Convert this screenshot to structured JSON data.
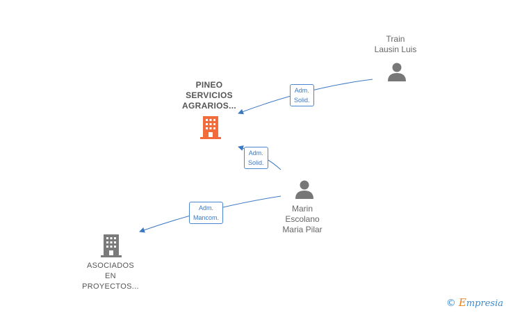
{
  "nodes": {
    "pineo": {
      "lines": [
        "PINEO",
        "SERVICIOS",
        "AGRARIOS..."
      ],
      "color": "#f26b3a"
    },
    "asociados": {
      "lines": [
        "ASOCIADOS",
        "EN",
        "PROYECTOS..."
      ],
      "color": "#7a7a7a"
    },
    "train": {
      "lines": [
        "Train",
        "Lausin Luis"
      ]
    },
    "marin": {
      "lines": [
        "Marin",
        "Escolano",
        "Maria Pilar"
      ]
    }
  },
  "edges": {
    "train_pineo": {
      "lines": [
        "Adm.",
        "Solid."
      ]
    },
    "marin_pineo": {
      "lines": [
        "Adm.",
        "Solid."
      ]
    },
    "marin_asociados": {
      "lines": [
        "Adm.",
        "Mancom."
      ]
    }
  },
  "colors": {
    "edge": "#3b78c4",
    "person": "#777777"
  },
  "footer": {
    "symbol": "©",
    "brand_initial": "E",
    "brand_rest": "mpresia"
  }
}
